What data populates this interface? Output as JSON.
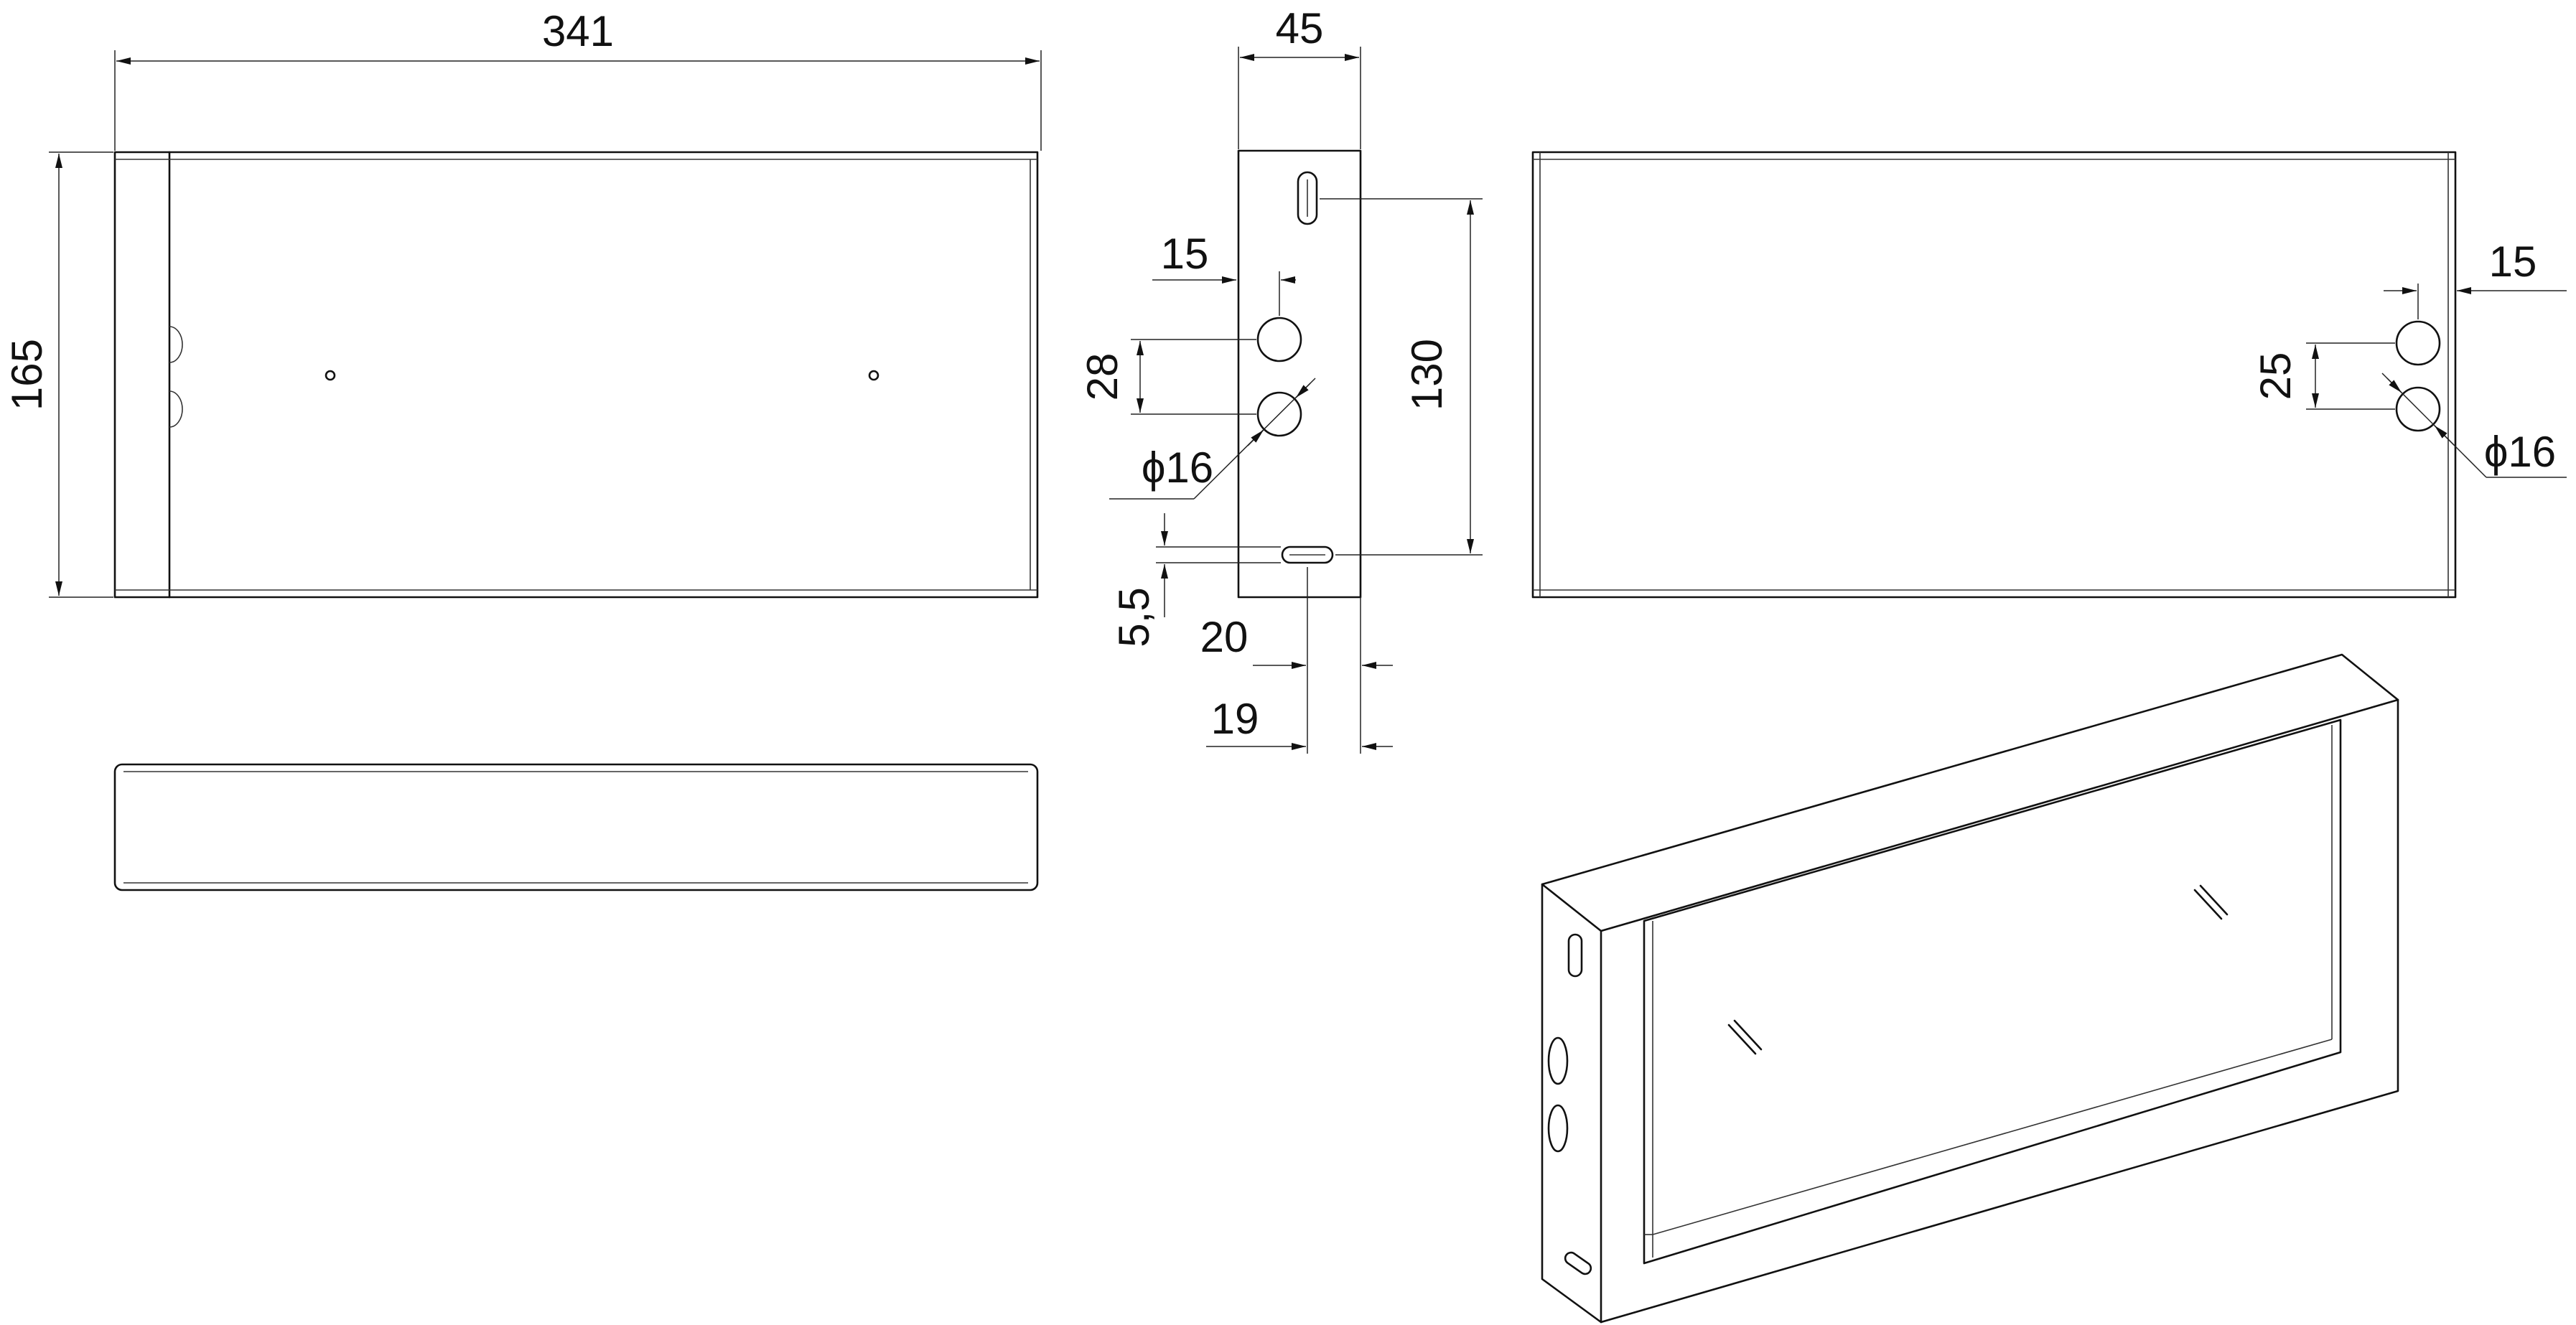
{
  "drawing": {
    "front_view": {
      "width_dimension": "341",
      "height_dimension": "165"
    },
    "side_view": {
      "depth_dimension": "45",
      "slot_spacing_dimension": "130",
      "hole_edge_offset_dimension": "15",
      "hole_spacing_dimension": "28",
      "hole_diameter_dimension": "ϕ16",
      "slot_edge_offset_dimension": "5,5",
      "slot_offset_dimension": "20",
      "slot_center_dimension": "19"
    },
    "back_view": {
      "hole_edge_offset_dimension": "15",
      "hole_spacing_dimension": "25",
      "hole_diameter_dimension": "ϕ16"
    }
  }
}
